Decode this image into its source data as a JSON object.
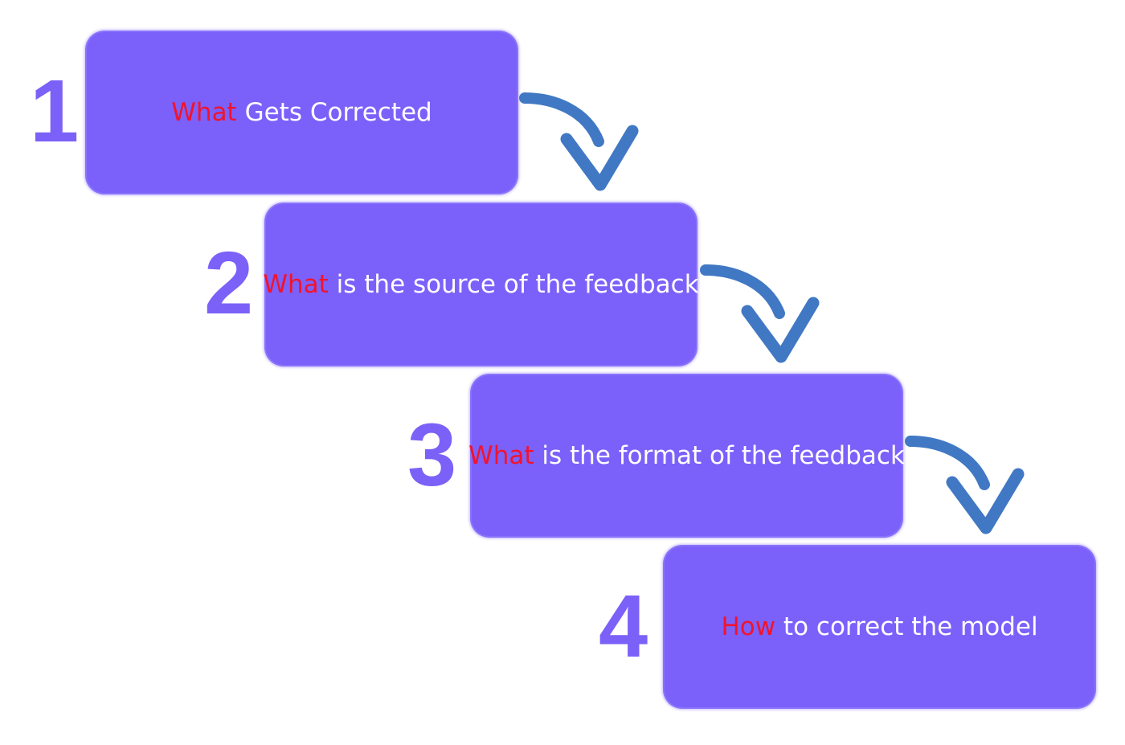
{
  "steps": [
    {
      "number": "1",
      "highlight": "What",
      "text": " Gets Corrected"
    },
    {
      "number": "2",
      "highlight": "What",
      "text": " is the source of the feedback"
    },
    {
      "number": "3",
      "highlight": "What",
      "text": " is the format of the feedback"
    },
    {
      "number": "4",
      "highlight": "How",
      "text": " to correct the model"
    }
  ],
  "colors": {
    "box": "#7B61FA",
    "number": "#7B61F8",
    "highlight": "#F2132B",
    "arrow": "#4178C4"
  },
  "icons": [
    "curved-arrow-icon"
  ]
}
